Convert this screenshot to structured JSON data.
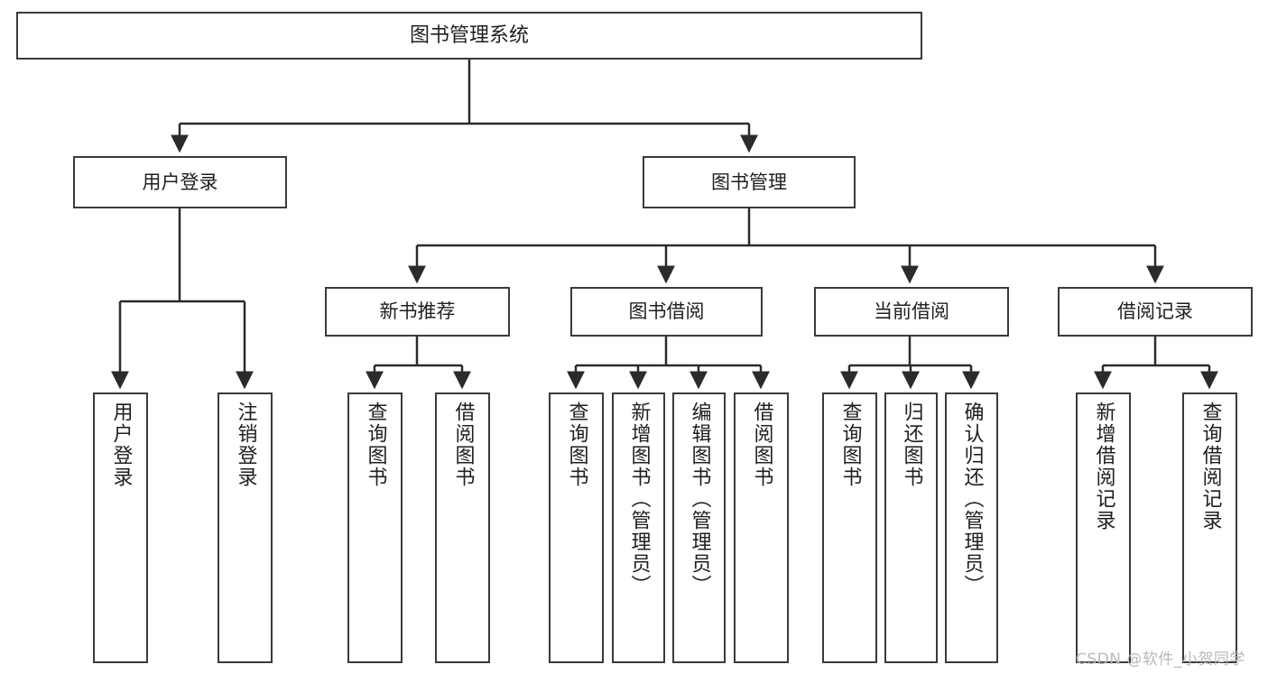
{
  "diagram": {
    "title": "图书管理系统",
    "type": "tree-hierarchy-chart",
    "colors": {
      "box_border": "#3a3a3a",
      "box_fill": "#ffffff",
      "connector": "#2b2b2b",
      "text": "#1f1f1f",
      "watermark": "#b9b9b9",
      "background": "#ffffff"
    },
    "root": {
      "label": "图书管理系统"
    },
    "level2": [
      {
        "label": "用户登录"
      },
      {
        "label": "图书管理"
      }
    ],
    "level3": [
      {
        "label": "新书推荐"
      },
      {
        "label": "图书借阅"
      },
      {
        "label": "当前借阅"
      },
      {
        "label": "借阅记录"
      }
    ],
    "leaves": {
      "user_login": [
        {
          "label": "用户登录"
        },
        {
          "label": "注销登录"
        }
      ],
      "new_book_recommend": [
        {
          "label": "查询图书"
        },
        {
          "label": "借阅图书"
        }
      ],
      "book_borrow": [
        {
          "label": "查询图书"
        },
        {
          "label": "新增图书（管理员）"
        },
        {
          "label": "编辑图书（管理员）"
        },
        {
          "label": "借阅图书"
        }
      ],
      "current_borrow": [
        {
          "label": "查询图书"
        },
        {
          "label": "归还图书"
        },
        {
          "label": "确认归还（管理员）"
        }
      ],
      "borrow_record": [
        {
          "label": "新增借阅记录"
        },
        {
          "label": "查询借阅记录"
        }
      ]
    },
    "watermark": "CSDN @软件_小贺同学"
  }
}
